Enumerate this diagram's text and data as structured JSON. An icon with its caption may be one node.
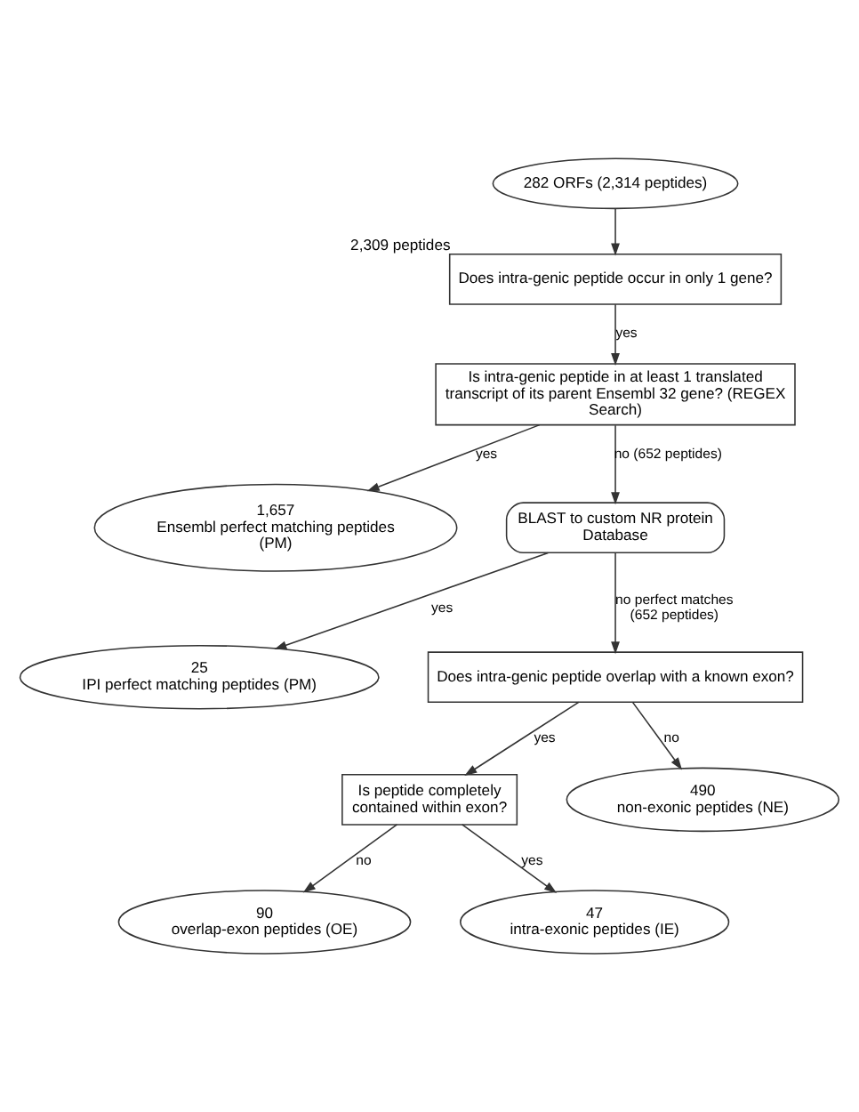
{
  "diagram": {
    "nodes": [
      {
        "text": [
          "282 ORFs (2,314 peptides)"
        ]
      },
      {
        "text": [
          "Does intra-genic peptide occur in only 1 gene?"
        ],
        "beside": [
          "2,309 peptides"
        ]
      },
      {
        "text": [
          "Is intra-genic peptide in at least 1 translated transcript of its parent Ensembl 32 gene? (REGEX Search)"
        ]
      },
      {
        "text": [
          "1,657",
          "Ensembl perfect matching peptides (PM)"
        ]
      },
      {
        "text": [
          "BLAST to custom NR protein Database"
        ]
      },
      {
        "text": [
          "25",
          "IPI perfect matching peptides (PM)"
        ]
      },
      {
        "text": [
          "Does intra-genic peptide overlap with a known exon?"
        ]
      },
      {
        "text": [
          "Is peptide completely contained within exon?"
        ]
      },
      {
        "text": [
          "490",
          "non-exonic peptides (NE)"
        ]
      },
      {
        "text": [
          "90",
          "overlap-exon peptides (OE)"
        ]
      },
      {
        "text": [
          "47",
          "intra-exonic peptides (IE)"
        ]
      }
    ],
    "edges": [
      {
        "from": 0,
        "to": 1,
        "arrow": "to"
      },
      {
        "from": 1,
        "to": 2,
        "arrow": "to",
        "label": "yes"
      },
      {
        "from": 2,
        "to": 3,
        "arrow": "to",
        "label": "yes"
      },
      {
        "from": 2,
        "to": 4,
        "arrow": "to",
        "label": "no (652 peptides)"
      },
      {
        "from": 4,
        "to": 5,
        "arrow": "to",
        "label": "yes"
      },
      {
        "from": 4,
        "to": 6,
        "arrow": "to",
        "label": "no perfect matches (652 peptides)"
      },
      {
        "from": 6,
        "to": 8,
        "arrow": "to",
        "label": "no"
      },
      {
        "from": 6,
        "to": 7,
        "arrow": "to",
        "label": "yes"
      },
      {
        "from": 7,
        "to": 9,
        "arrow": "to",
        "label": "no"
      },
      {
        "from": 7,
        "to": 10,
        "arrow": "to",
        "label": "yes"
      }
    ]
  }
}
